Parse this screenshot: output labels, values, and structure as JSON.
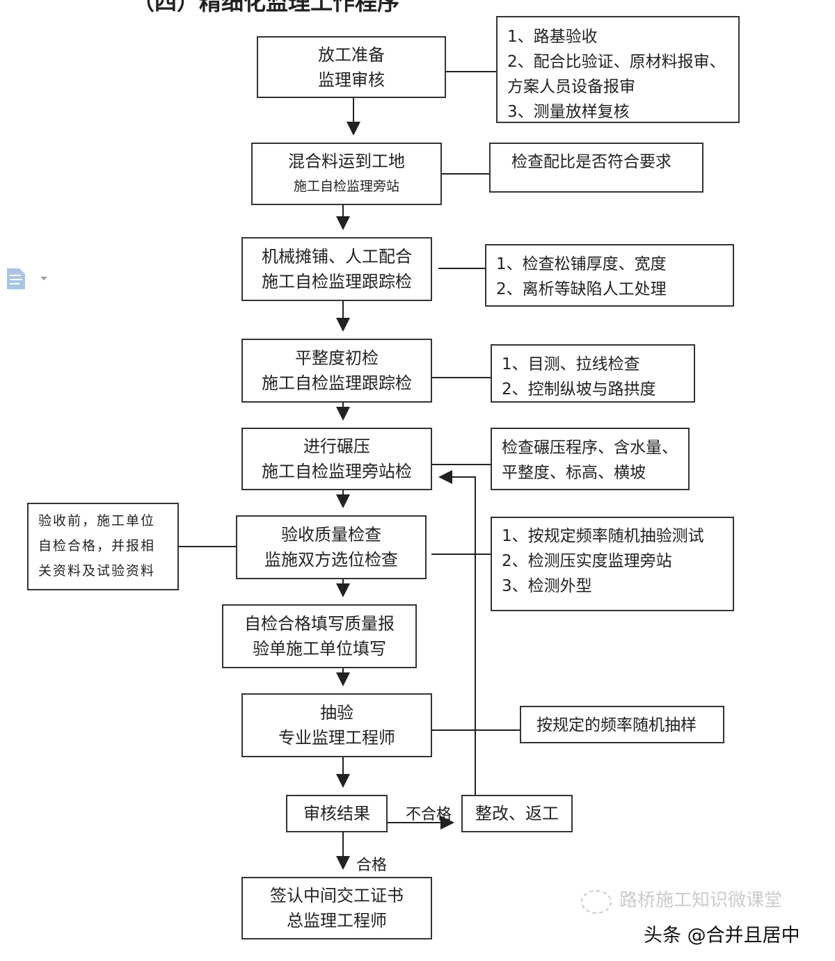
{
  "title": "（四）精细化监理工作程序",
  "main_steps": [
    {
      "l1": "放工准备",
      "l2": "监理审核"
    },
    {
      "l1": "混合料运到工地",
      "l2": "施工自检监理旁站"
    },
    {
      "l1": "机械摊铺、人工配合",
      "l2": "施工自检监理跟踪检"
    },
    {
      "l1": "平整度初检",
      "l2": "施工自检监理跟踪检"
    },
    {
      "l1": "进行碾压",
      "l2": "施工自检监理旁站检"
    },
    {
      "l1": "验收质量检查",
      "l2": "监施双方选位检查"
    },
    {
      "l1": "自检合格填写质量报",
      "l2": "验单施工单位填写"
    },
    {
      "l1": "抽验",
      "l2": "专业监理工程师"
    },
    {
      "l1": "审核结果"
    },
    {
      "l1": "整改、返工"
    },
    {
      "l1": "签认中间交工证书",
      "l2": "总监理工程师"
    }
  ],
  "side_notes": [
    [
      "1、路基验收",
      "2、配合比验证、原材料报审、",
      "方案人员设备报审",
      "3、测量放样复核"
    ],
    [
      "检查配比是否符合要求"
    ],
    [
      "1、检查松铺厚度、宽度",
      "2、离析等缺陷人工处理"
    ],
    [
      "1、目测、拉线检查",
      "2、控制纵坡与路拱度"
    ],
    [
      "检查碾压程序、含水量、",
      "平整度、标高、横坡"
    ],
    [
      "1、按规定频率随机抽验测试",
      "2、检测压实度监理旁站",
      "3、检测外型"
    ],
    [
      "按规定的频率随机抽样"
    ],
    [
      "验收前，施工单位",
      "自检合格，并报相",
      "关资料及试验资料"
    ]
  ],
  "labels": {
    "fail": "不合格",
    "pass": "合格"
  },
  "watermark": "路桥施工知识微课堂",
  "source": "头条 @合并且居中",
  "icons": [
    "document-icon",
    "dropdown-arrow-icon",
    "wechat-icon"
  ]
}
